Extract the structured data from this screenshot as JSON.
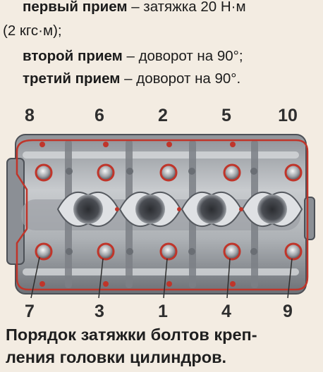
{
  "text_top": {
    "line1_bold": "первый прием",
    "line1_rest": " – затяжка 20 Н·м",
    "line2": "(2 кгс·м);",
    "line3_bold": "второй прием",
    "line3_rest": " – доворот на 90°;",
    "line4_bold": "третий прием",
    "line4_rest": " – доворот на 90°."
  },
  "bolt_numbers": {
    "top": [
      "8",
      "6",
      "2",
      "5",
      "10"
    ],
    "bottom": [
      "7",
      "3",
      "1",
      "4",
      "9"
    ]
  },
  "caption": {
    "line1": "Порядок затяжки болтов креп-",
    "line2": "ления головки цилиндров."
  },
  "colors": {
    "gasket_red": "#c0352a",
    "metal_light": "#b9bcc0",
    "metal_dark": "#5c6066"
  }
}
